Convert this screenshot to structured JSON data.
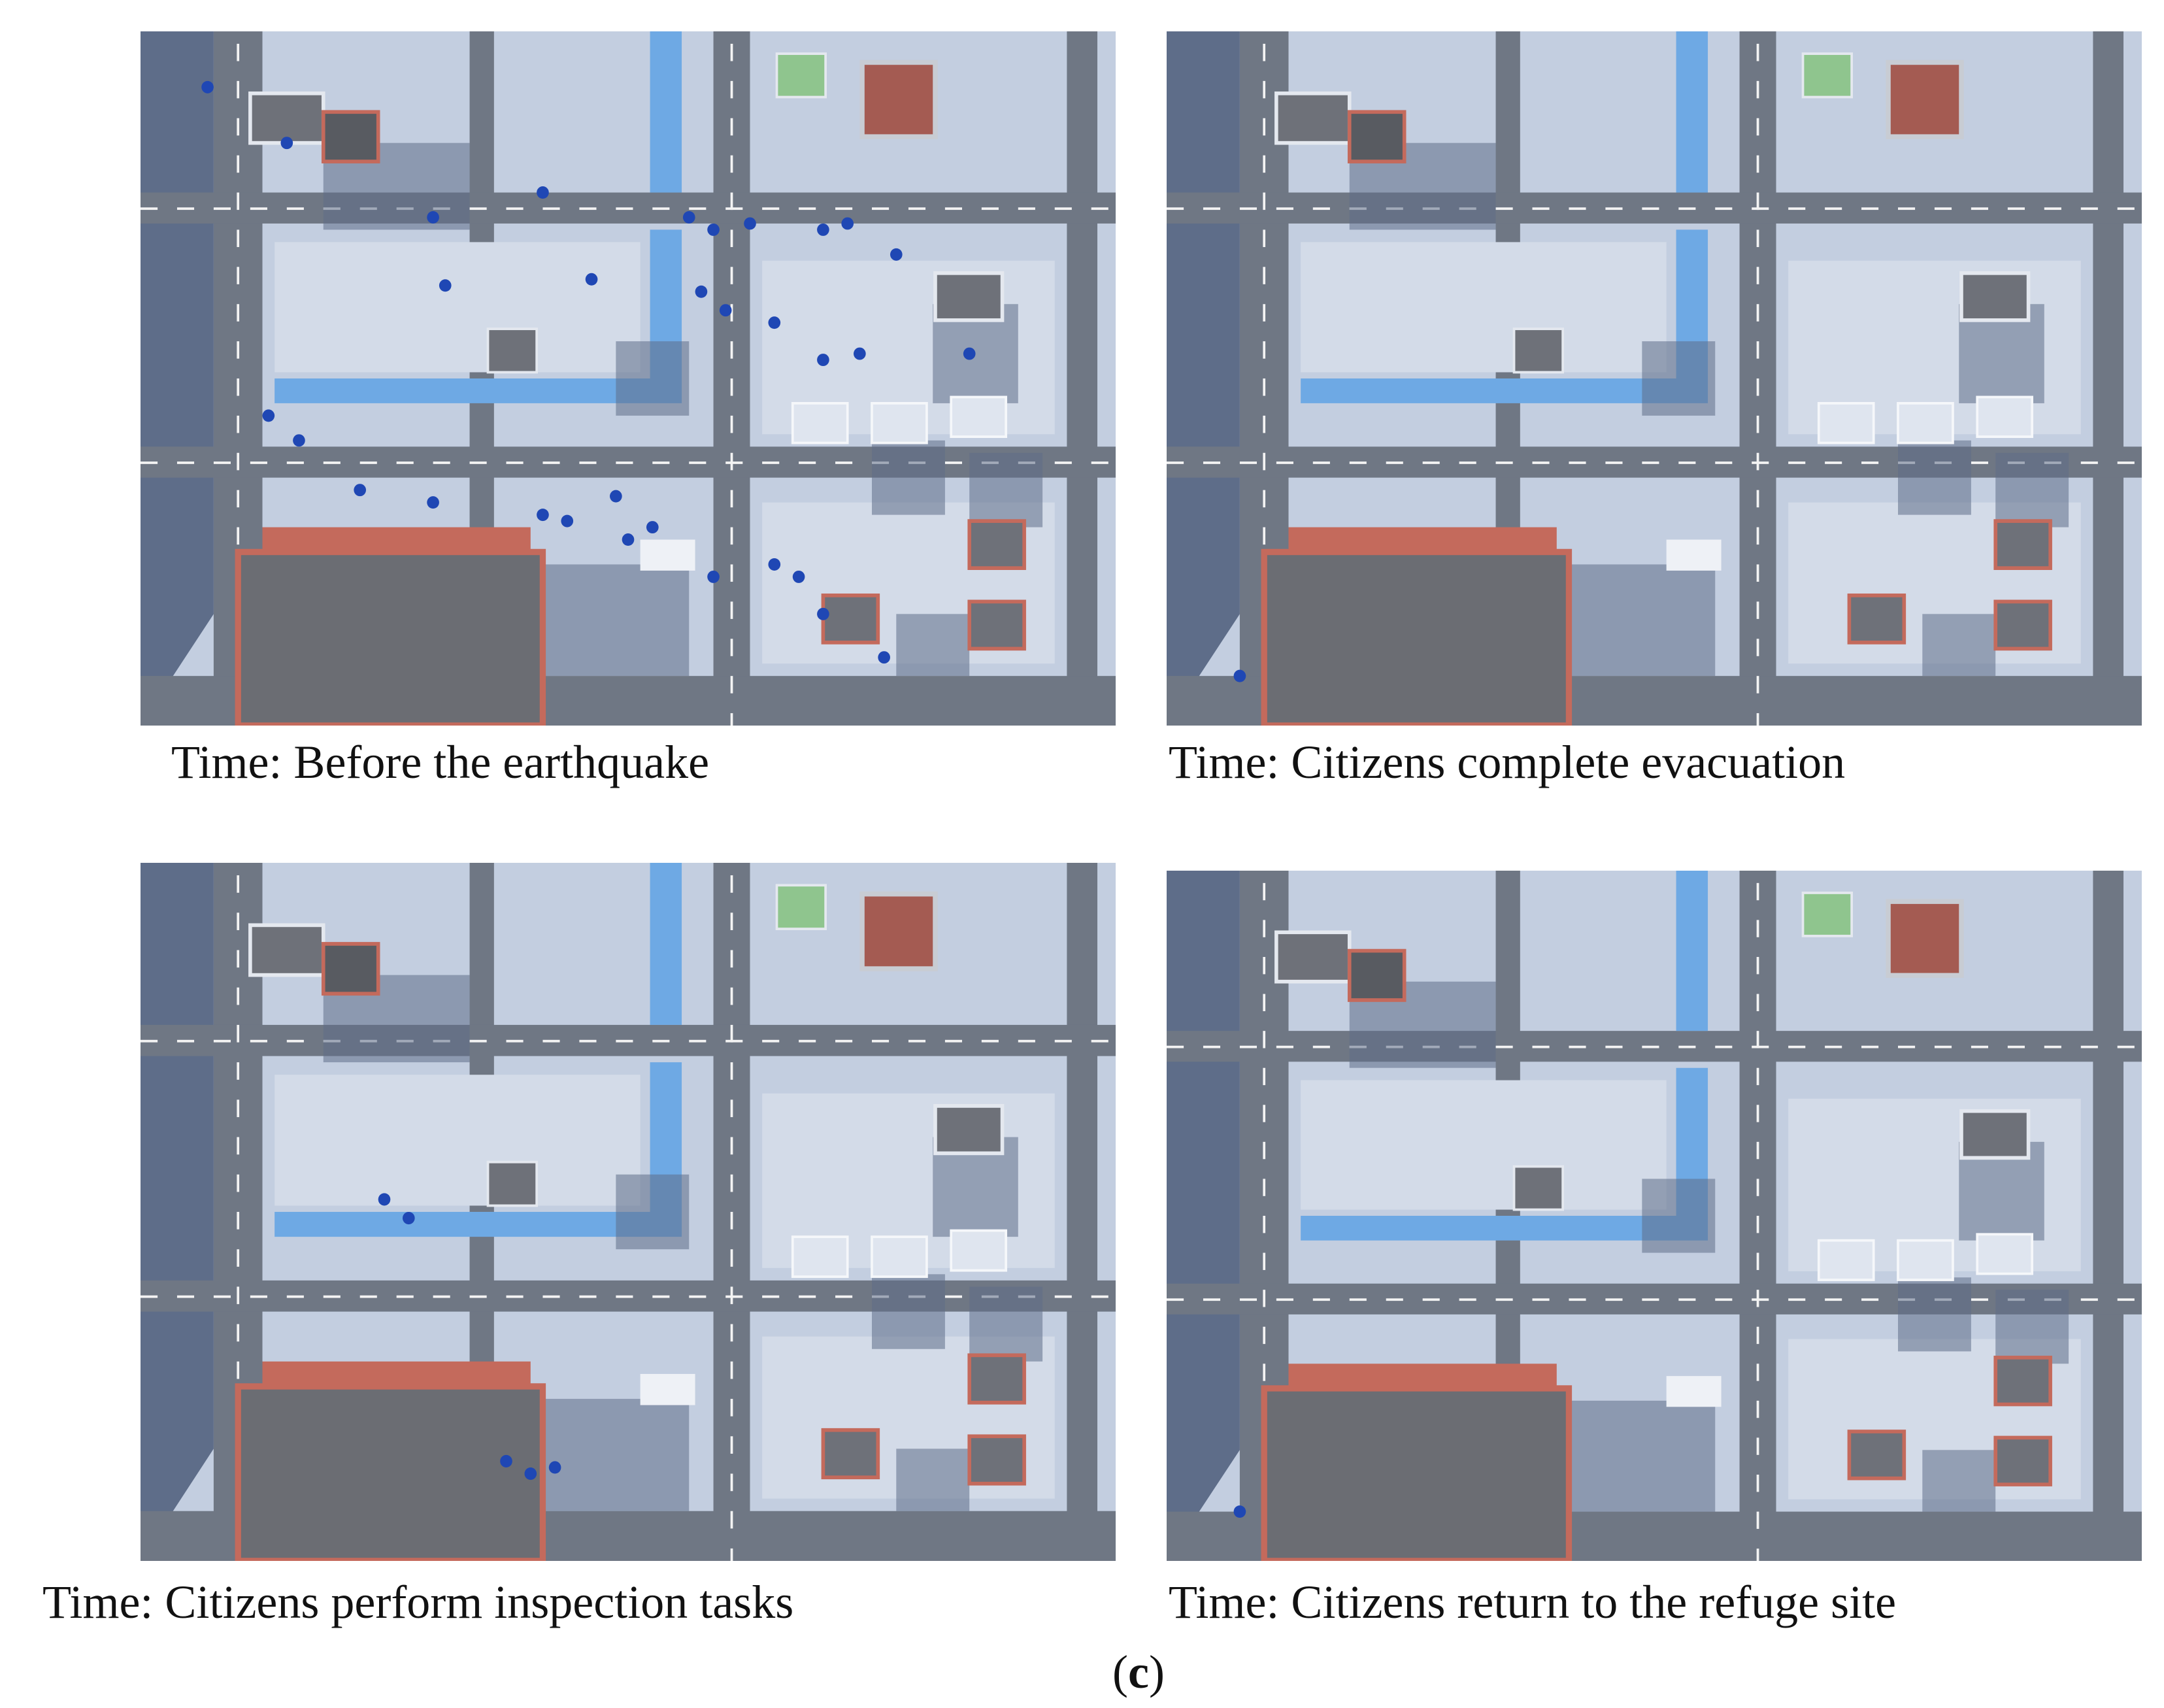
{
  "panels": [
    {
      "caption": "Time: Before the earthquake",
      "citizens": "many"
    },
    {
      "caption": "Time: Citizens complete evacuation",
      "citizens": "few"
    },
    {
      "caption": "Time: Citizens perform inspection tasks",
      "citizens": "some"
    },
    {
      "caption": "Time: Citizens return to the refuge site",
      "citizens": "few"
    }
  ],
  "figure_label": {
    "open": "(",
    "letter": "c",
    "close": ")"
  },
  "colors": {
    "road": "#6f7784",
    "block": "#c3cee0",
    "sidewalk": "#9aa6b8",
    "water": "#6ea9e4",
    "shadow": "#5e6d89",
    "roof_gray": "#6e7179",
    "brick": "#c46a5c",
    "court": "#a45b52",
    "park": "#8fc58e",
    "citizen": "#1f47b4"
  }
}
